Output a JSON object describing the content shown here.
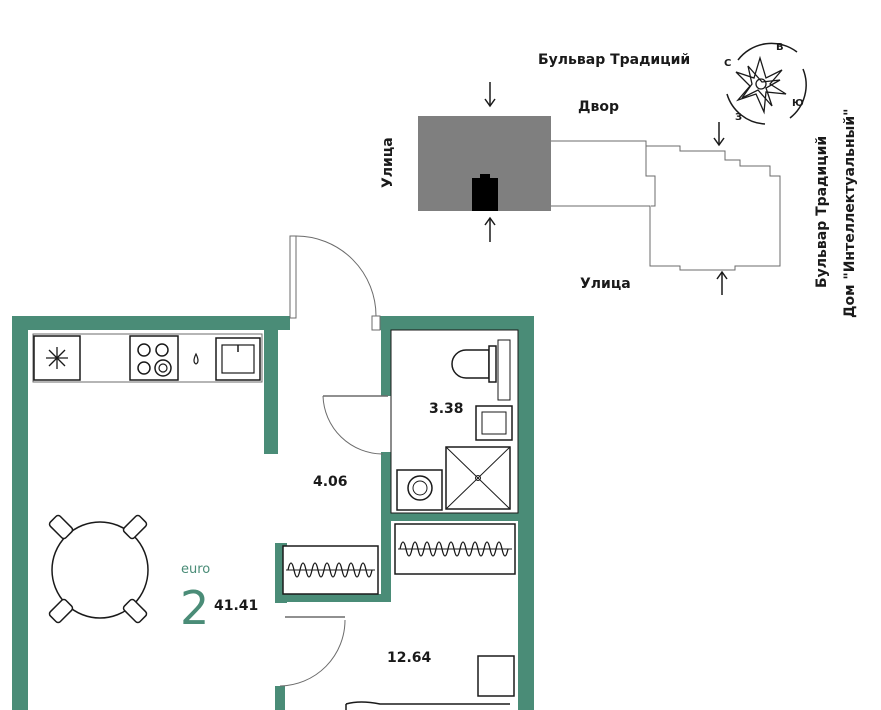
{
  "site_plan": {
    "street_top": "Бульвар Традиций",
    "yard": "Двор",
    "street_left": "Улица",
    "street_bottom": "Улица",
    "street_right_line1": "Бульвар Традиций",
    "street_right_line2": "Дом \"Интеллектуальный\""
  },
  "compass": {
    "north": "С",
    "east": "В",
    "south": "Ю",
    "west": "З"
  },
  "apartment": {
    "format": "euro",
    "rooms": "2",
    "total_area": "41.41"
  },
  "rooms": {
    "bathroom_area": "3.38",
    "hall_area": "4.06",
    "bedroom_area": "12.64"
  },
  "colors": {
    "wall": "#4a8c77",
    "building": "#7f7f7f",
    "accent": "#4a8c77"
  }
}
